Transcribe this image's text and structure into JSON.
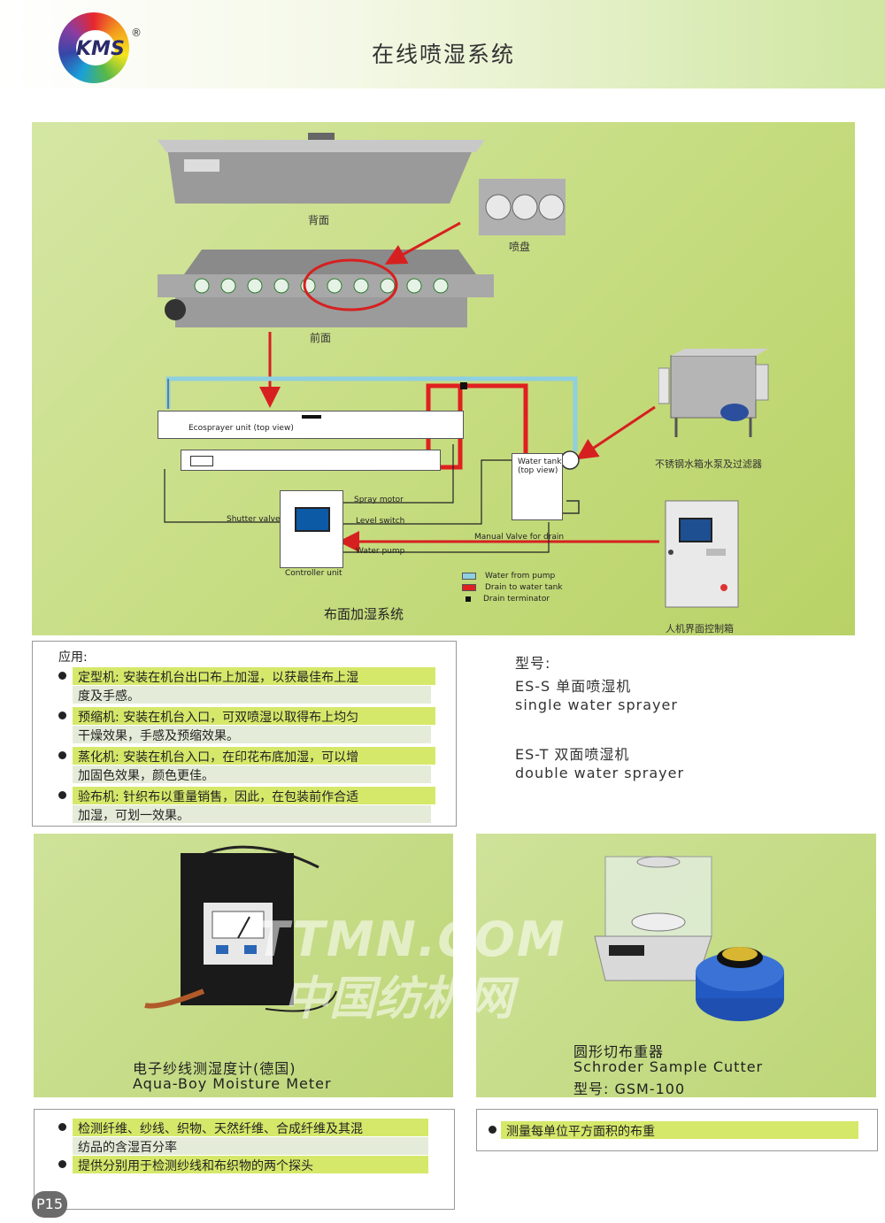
{
  "header": {
    "logo": "KMS",
    "reg_mark": "®",
    "title": "在线喷湿系统"
  },
  "diagram": {
    "back_caption": "背面",
    "tray_caption": "喷盘",
    "front_caption": "前面",
    "unit_label": "Ecosprayer unit (top view)",
    "tank_label": "Water tank\n(top view)",
    "spray_motor": "Spray motor",
    "level_switch": "Level switch",
    "shutter_valve": "Shutter valve",
    "water_pump": "Water pump",
    "manual_valve": "Manual Valve for drain",
    "controller_unit": "Controller unit",
    "legend": [
      {
        "label": "Water from pump",
        "color": "#8ecfe0"
      },
      {
        "label": "Drain to water tank",
        "color": "#e02020"
      },
      {
        "label": "Drain terminator",
        "color": "#111111"
      }
    ],
    "tank_caption": "不锈钢水箱水泵及过滤器",
    "system_caption": "布面加湿系统",
    "control_caption": "人机界面控制箱"
  },
  "application": {
    "heading": "应用:",
    "items": [
      {
        "line1": "定型机: 安装在机台出口布上加湿，以获最佳布上湿",
        "line2": "度及手感。"
      },
      {
        "line1": "预缩机: 安装在机台入口，可双喷湿以取得布上均匀",
        "line2": "干燥效果，手感及预缩效果。"
      },
      {
        "line1": "蒸化机: 安装在机台入口，在印花布底加湿，可以增",
        "line2": "加固色效果，颜色更佳。"
      },
      {
        "line1": "验布机: 针织布以重量销售，因此，在包装前作合适",
        "line2": "加湿，可划一效果。"
      }
    ]
  },
  "models": {
    "heading": "型号:",
    "es_s": "ES-S 单面喷湿机",
    "es_s_en": "single water sprayer",
    "es_t": "ES-T 双面喷湿机",
    "es_t_en": "double water sprayer"
  },
  "moisture_meter": {
    "title_cn": "电子纱线测湿度计(德国)",
    "title_en": "Aqua-Boy Moisture Meter",
    "bullets": [
      {
        "line1": "检测纤维、纱线、织物、天然纤维、合成纤维及其混",
        "line2": "纺品的含湿百分率"
      },
      {
        "line1": "提供分别用于检测纱线和布织物的两个探头",
        "line2": ""
      }
    ]
  },
  "sample_cutter": {
    "title_cn": "圆形切布重器",
    "title_en": "Schroder Sample Cutter",
    "model": "型号: GSM-100",
    "bullet": "测量每单位平方面积的布重"
  },
  "watermark": {
    "line1": "TTMN.COM",
    "line2": "中国纺机网"
  },
  "page_number": "P15"
}
